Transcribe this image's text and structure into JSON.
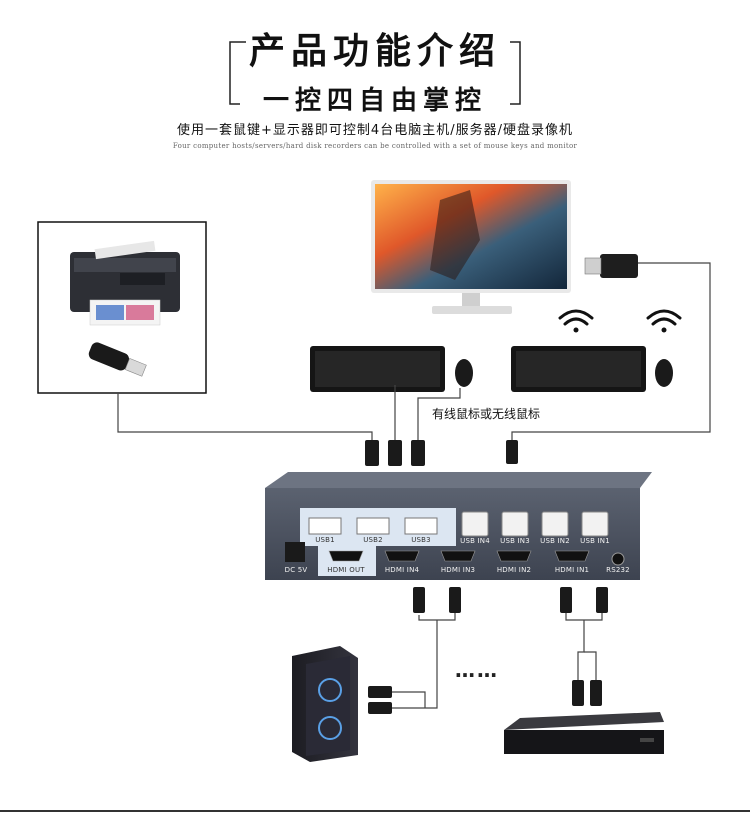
{
  "header": {
    "title": "产品功能介绍",
    "subtitle": "一控四自由掌控",
    "description_cn": "使用一套鼠键+显示器即可控制4台电脑主机/服务器/硬盘录像机",
    "description_en": "Four computer hosts/servers/hard disk recorders can be controlled with a set of mouse keys and monitor"
  },
  "labels": {
    "mouse_caption": "有线鼠标或无线鼠标",
    "ellipsis": "……"
  },
  "kvm_ports": {
    "usb1": "USB1",
    "usb2": "USB2",
    "usb3": "USB3",
    "usb_in4": "USB IN4",
    "usb_in3": "USB IN3",
    "usb_in2": "USB IN2",
    "usb_in1": "USB IN1",
    "dc": "DC 5V",
    "hdmi_out": "HDMI OUT",
    "hdmi_in4": "HDMI IN4",
    "hdmi_in3": "HDMI IN3",
    "hdmi_in2": "HDMI IN2",
    "hdmi_in1": "HDMI IN1",
    "rs232": "RS232"
  },
  "colors": {
    "kvm_body": "#3d4350",
    "kvm_panel": "#dce6f2",
    "line": "#444444",
    "accent_blue": "#5aa0e6"
  },
  "icons": [
    "printer-icon",
    "usb-drive-icon",
    "monitor-icon",
    "usb-dongle-icon",
    "wifi-icon",
    "keyboard-icon",
    "mouse-icon",
    "usb-plug-icon",
    "hdmi-plug-icon",
    "pc-tower-icon",
    "dvr-icon"
  ]
}
